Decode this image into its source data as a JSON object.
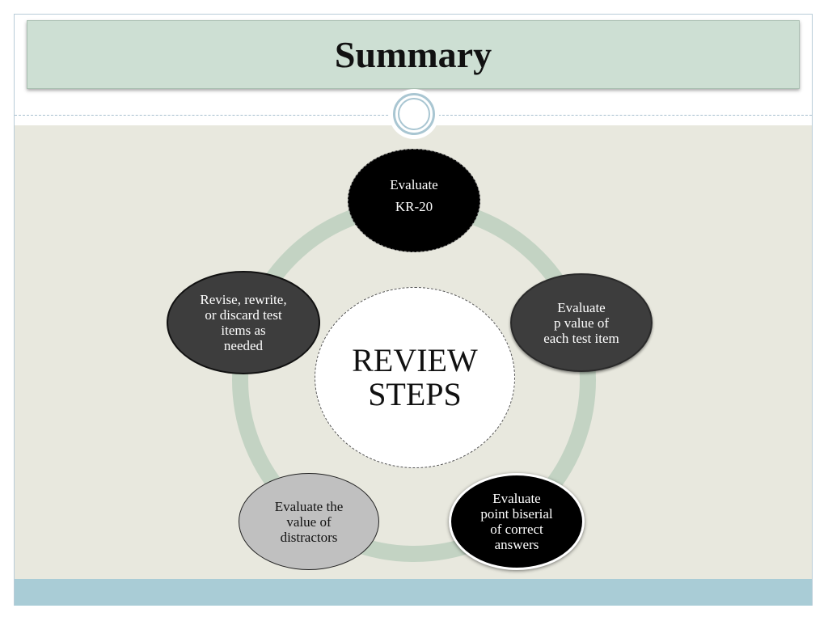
{
  "slide": {
    "title": "Summary"
  },
  "diagram": {
    "center_label": "REVIEW STEPS",
    "steps": [
      {
        "label": "Evaluate\nKR-20"
      },
      {
        "label": "Evaluate\np value of\neach test item"
      },
      {
        "label": "Evaluate\npoint biserial\nof correct\nanswers"
      },
      {
        "label": "Evaluate the\nvalue of\ndistractors"
      },
      {
        "label": "Revise, rewrite,\nor discard test\nitems as\nneeded"
      }
    ]
  },
  "colors": {
    "title_bar": "#cddfd3",
    "content_background": "#e8e8de",
    "bottom_band": "#a9ccd6",
    "cycle_ring": "#c3d3c3"
  }
}
